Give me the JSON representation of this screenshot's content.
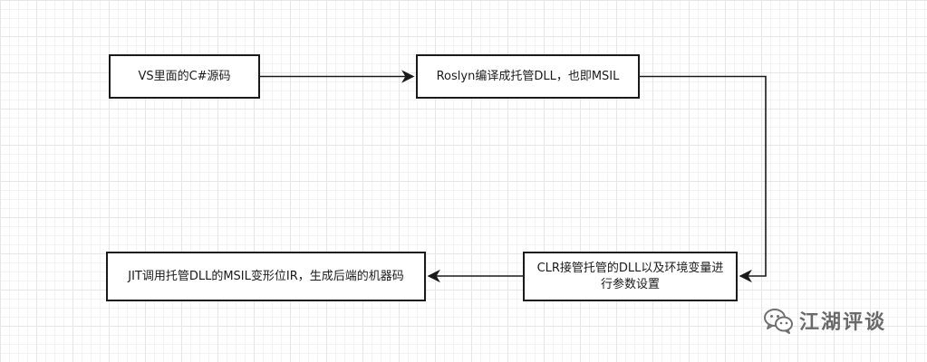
{
  "diagram": {
    "nodes": [
      {
        "id": "n1",
        "label": "VS里面的C#源码"
      },
      {
        "id": "n2",
        "label": "Roslyn编译成托管DLL，也即MSIL"
      },
      {
        "id": "n3",
        "label": "CLR接管托管的DLL以及环境变量进行参数设置"
      },
      {
        "id": "n4",
        "label": "JIT调用托管DLL的MSIL变形位IR，生成后端的机器码"
      }
    ],
    "edges": [
      {
        "from": "n1",
        "to": "n2"
      },
      {
        "from": "n2",
        "to": "n3"
      },
      {
        "from": "n3",
        "to": "n4"
      }
    ]
  },
  "watermark": {
    "icon": "wechat-icon",
    "text": "江湖评谈"
  },
  "colors": {
    "stroke": "#1a1a1a",
    "grid": "#e6e6e6",
    "watermark": "#6a6a6a"
  }
}
